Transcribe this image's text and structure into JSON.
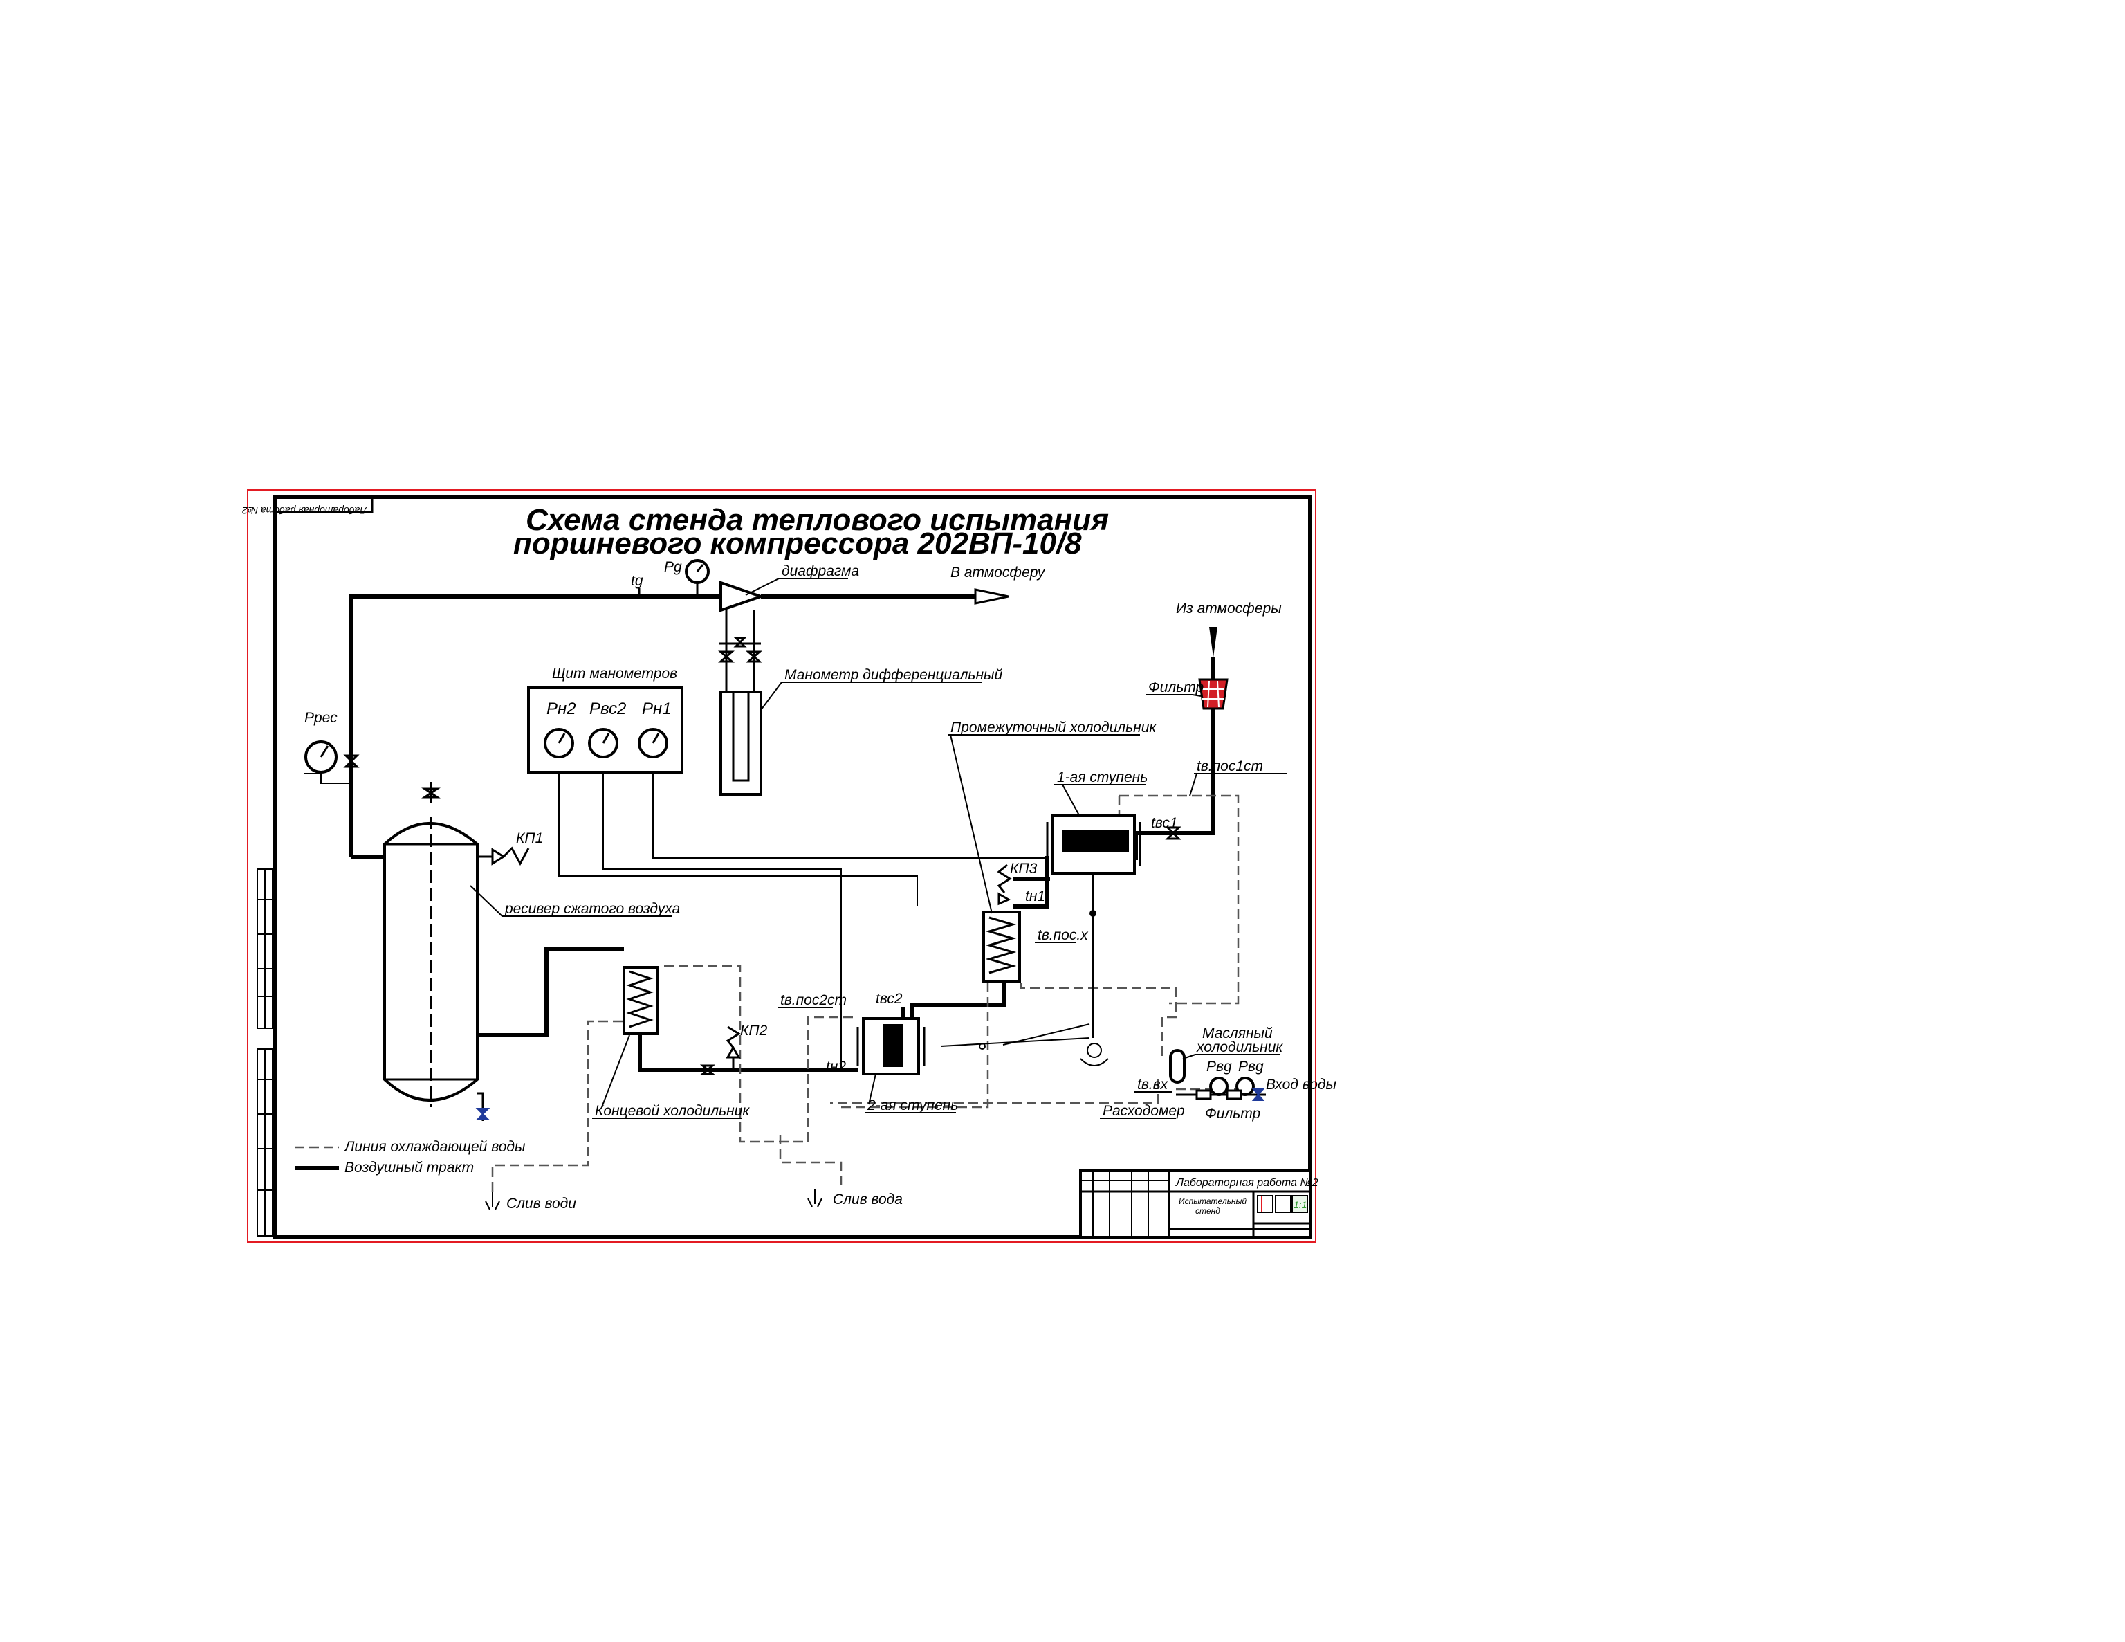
{
  "title": {
    "line1": "Схема стенда теплового испытания",
    "line2": "поршневого компрессора 202ВП-10/8"
  },
  "stamp_rotated": "Лабораторная работа №2",
  "labels": {
    "tg": "tg",
    "pg": "Pg",
    "diaphragm": "диафрагма",
    "to_atmosphere": "В атмосферу",
    "from_atmosphere": "Из атмосферы",
    "filter_top": "Фильтр",
    "gauge_panel": "Щит манометров",
    "diff_manometer": "Манометр дифференциальный",
    "intermediate_cooler": "Промежуточный холодильник",
    "prec": "Pрес",
    "kp1": "КП1",
    "kp2": "КП2",
    "kp3": "КП3",
    "receiver": "ресивер сжатого воздуха",
    "stage1": "1-ая ступень",
    "stage2": "2-ая ступень",
    "tv_pos_1st": "tв.пос1ст",
    "tv_pos_2st": "tв.пос2ст",
    "tv_pos_x": "tв.пос.х",
    "tvs1": "tвс1",
    "tvs2": "tвс2",
    "tn1": "tн1",
    "tn2": "tн2",
    "end_cooler": "Концевой холодильник",
    "oil_cooler_1": "Масляный",
    "oil_cooler_2": "холодильник",
    "tv_vx": "tв.вх",
    "flowmeter": "Расходомер",
    "filter_bottom": "Фильтр",
    "water_inlet": "Вход воды",
    "pvd1": "Pвg",
    "pvd2": "Pвg",
    "drain1": "Слив води",
    "drain2": "Слив вода"
  },
  "gauges": {
    "pn2": "Pн2",
    "pvs2": "Pвс2",
    "pn1": "Pн1"
  },
  "legend": {
    "water_line": "Линия охлаждающей воды",
    "air_line": "Воздушный тракт"
  },
  "title_block": {
    "lab_work": "Лабораторная работа №2",
    "stand_1": "Испытательный",
    "stand_2": "стенд",
    "scale": "1:1"
  },
  "colors": {
    "frame_red": "#e31b23",
    "filter_red": "#d21f26",
    "valve_blue": "#1f3a9a",
    "scale_green": "#2f9a2f"
  }
}
